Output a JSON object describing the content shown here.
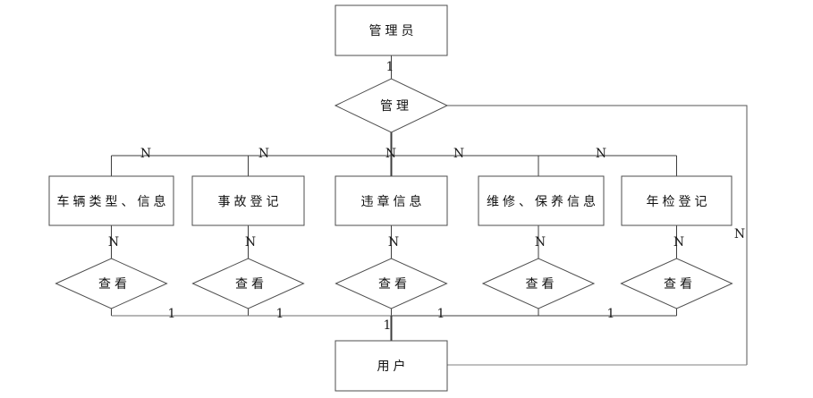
{
  "diagram": {
    "entities": {
      "admin": "管理员",
      "vehicle_type_info": "车辆类型、信息",
      "accident_register": "事故登记",
      "violation_info": "违章信息",
      "maintenance_info": "维修、保养信息",
      "annual_inspection": "年检登记",
      "user": "用户"
    },
    "relationships": {
      "manage": "管理",
      "views": [
        "查看",
        "查看",
        "查看",
        "查看",
        "查看"
      ]
    },
    "cardinality": {
      "admin_manage": "1",
      "branch_n": [
        "N",
        "N",
        "N",
        "N",
        "N"
      ],
      "view_n": [
        "N",
        "N",
        "N",
        "N",
        "N"
      ],
      "manage_user_n": "N",
      "bottom_1": [
        "1",
        "1",
        "1",
        "1"
      ],
      "user_1": "1"
    },
    "colors": {
      "line": "#3d3d3d",
      "gray_line": "#808080",
      "shape_border": "#4d4d4d",
      "shape_fill": "#ffffff",
      "text": "#111111"
    }
  }
}
